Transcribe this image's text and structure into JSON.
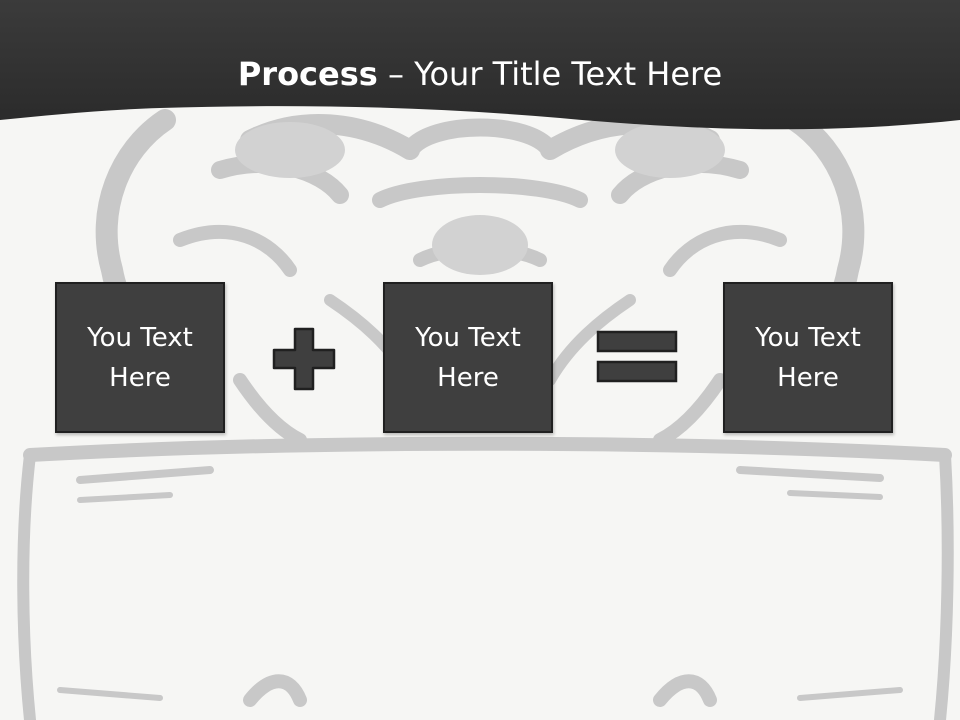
{
  "slide": {
    "title_bold": "Process",
    "title_rest": " – Your Title Text Here"
  },
  "process": {
    "steps": [
      {
        "label": "You Text Here"
      },
      {
        "label": "You Text Here"
      },
      {
        "label": "You Text Here"
      }
    ],
    "operators": [
      "plus-icon",
      "equals-icon"
    ]
  },
  "colors": {
    "header": "#2f2f2f",
    "box_fill": "#3f3f3f",
    "box_border": "#202020",
    "background": "#f6f6f4",
    "watermark": "#c8c8c8"
  }
}
